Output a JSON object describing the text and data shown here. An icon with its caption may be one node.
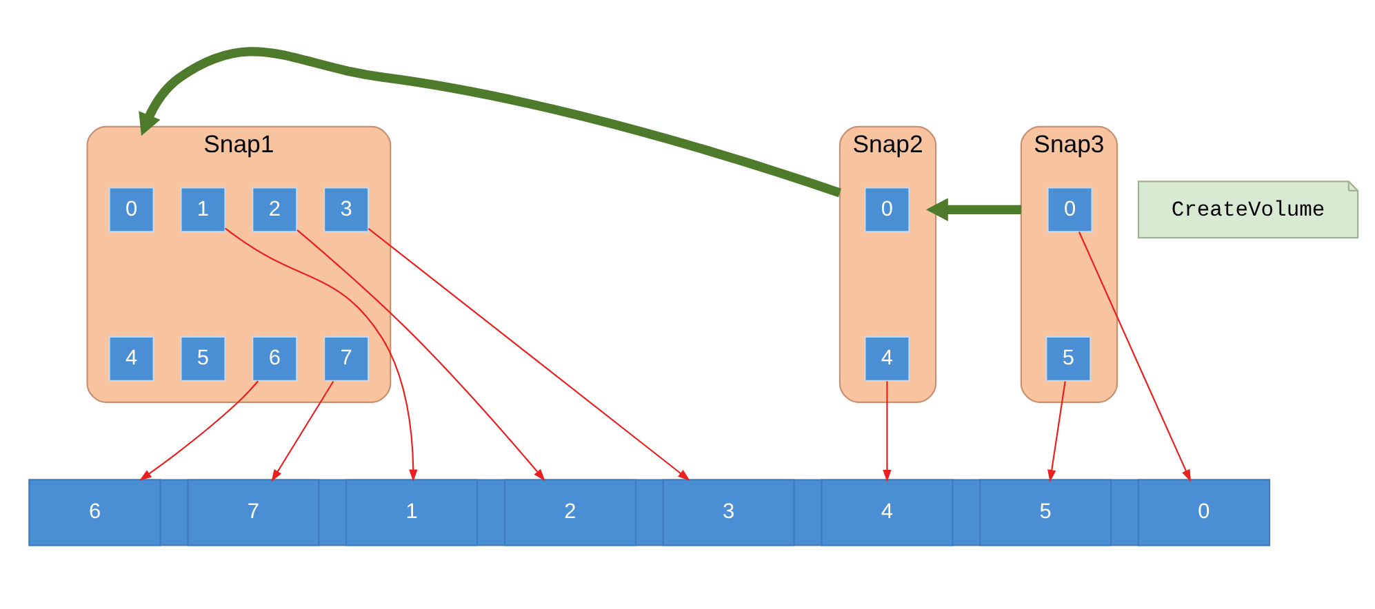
{
  "diagram": {
    "nodes": [
      {
        "text": [
          "Snap1"
        ]
      },
      {
        "text": [
          "0"
        ],
        "in": 0
      },
      {
        "text": [
          "1"
        ],
        "in": 0
      },
      {
        "text": [
          "2"
        ],
        "in": 0
      },
      {
        "text": [
          "3"
        ],
        "in": 0
      },
      {
        "text": [
          "4"
        ],
        "in": 0
      },
      {
        "text": [
          "5"
        ],
        "in": 0
      },
      {
        "text": [
          "6"
        ],
        "in": 0
      },
      {
        "text": [
          "7"
        ],
        "in": 0
      },
      {
        "text": [
          "Snap2"
        ]
      },
      {
        "text": [
          "0"
        ],
        "in": 9
      },
      {
        "text": [
          "4"
        ],
        "in": 9
      },
      {
        "text": [
          "Snap3"
        ]
      },
      {
        "text": [
          "0"
        ],
        "in": 12
      },
      {
        "text": [
          "5"
        ],
        "in": 12
      },
      {
        "text": [
          "CreateVolume"
        ]
      },
      {
        "text": [],
        "shape": "bar"
      },
      {
        "text": [
          "0"
        ],
        "in": 16
      },
      {
        "text": [
          "1"
        ],
        "in": 16
      },
      {
        "text": [
          "2"
        ],
        "in": 16
      },
      {
        "text": [
          "3"
        ],
        "in": 16
      },
      {
        "text": [
          "4"
        ],
        "in": 16
      },
      {
        "text": [
          "5"
        ],
        "in": 16
      },
      {
        "text": [
          "6"
        ],
        "in": 16
      },
      {
        "text": [
          "7"
        ],
        "in": 16
      }
    ],
    "edges": [
      {
        "from": 9,
        "to": 0,
        "arrow": "to",
        "style": "thick",
        "color": "#4e7a2c"
      },
      {
        "from": 12,
        "to": 9,
        "arrow": "to",
        "style": "thick",
        "color": "#4e7a2c"
      },
      {
        "from": 13,
        "to": 17,
        "arrow": "to"
      },
      {
        "from": 2,
        "to": 18,
        "arrow": "to"
      },
      {
        "from": 3,
        "to": 19,
        "arrow": "to"
      },
      {
        "from": 4,
        "to": 20,
        "arrow": "to"
      },
      {
        "from": 11,
        "to": 21,
        "arrow": "to"
      },
      {
        "from": 14,
        "to": 22,
        "arrow": "to"
      },
      {
        "from": 7,
        "to": 23,
        "arrow": "to"
      },
      {
        "from": 8,
        "to": 24,
        "arrow": "to"
      }
    ]
  }
}
